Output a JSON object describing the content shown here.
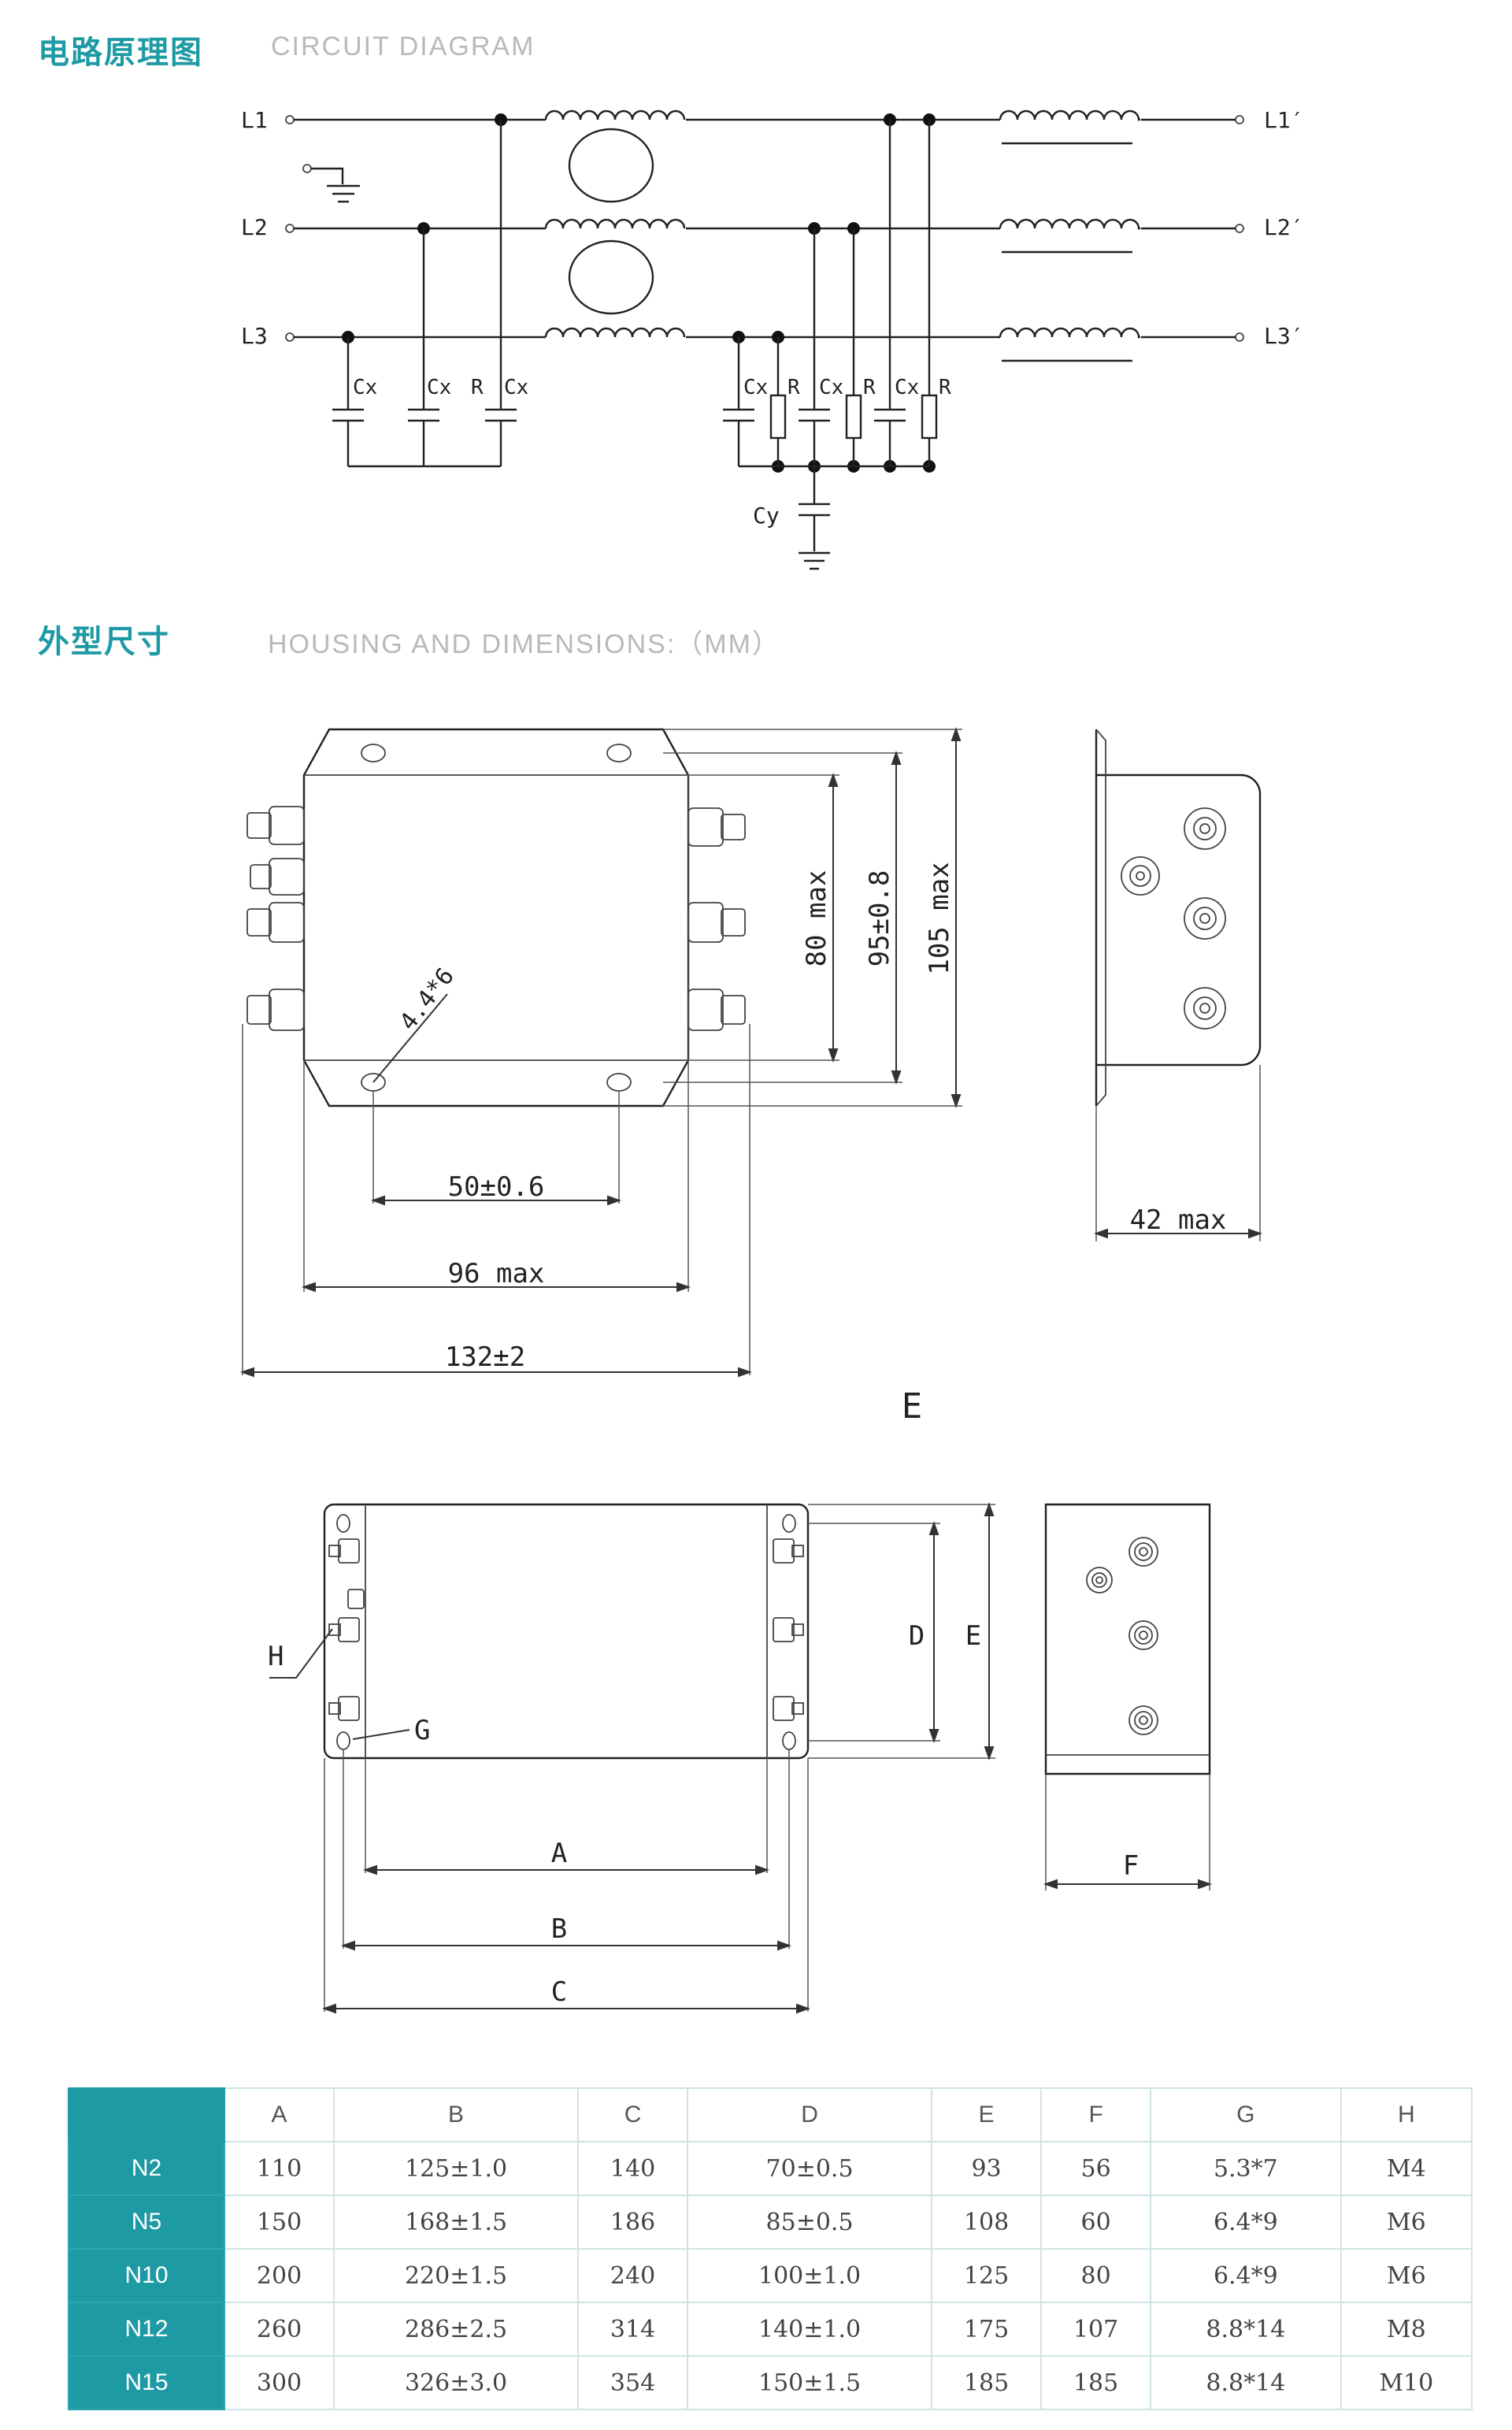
{
  "sections": {
    "circuit": {
      "title_cn": "电路原理图",
      "title_en": "CIRCUIT DIAGRAM"
    },
    "housing": {
      "title_cn": "外型尺寸",
      "title_en": "HOUSING AND DIMENSIONS:（MM）"
    }
  },
  "circuit": {
    "inputs": [
      "L1",
      "L2",
      "L3"
    ],
    "outputs": [
      "L1′",
      "L2′",
      "L3′"
    ],
    "cap_x": "Cx",
    "cap_y": "Cy",
    "resistor": "R"
  },
  "drawing_e": {
    "hole_label": "4.4*6",
    "dim_hole_spacing": "50±0.6",
    "dim_body_width": "96 max",
    "dim_total_width": "132±2",
    "dim_depth": "42 max",
    "dim_h1": "80 max",
    "dim_h2": "95±0.8",
    "dim_h3": "105 max",
    "label": "E"
  },
  "drawing_generic": {
    "labels": {
      "A": "A",
      "B": "B",
      "C": "C",
      "D": "D",
      "E": "E",
      "F": "F",
      "G": "G",
      "H": "H"
    }
  },
  "table": {
    "columns": [
      "A",
      "B",
      "C",
      "D",
      "E",
      "F",
      "G",
      "H"
    ],
    "rows": [
      {
        "model": "N2",
        "values": [
          "110",
          "125±1.0",
          "140",
          "70±0.5",
          "93",
          "56",
          "5.3*7",
          "M4"
        ]
      },
      {
        "model": "N5",
        "values": [
          "150",
          "168±1.5",
          "186",
          "85±0.5",
          "108",
          "60",
          "6.4*9",
          "M6"
        ]
      },
      {
        "model": "N10",
        "values": [
          "200",
          "220±1.5",
          "240",
          "100±1.0",
          "125",
          "80",
          "6.4*9",
          "M6"
        ]
      },
      {
        "model": "N12",
        "values": [
          "260",
          "286±2.5",
          "314",
          "140±1.0",
          "175",
          "107",
          "8.8*14",
          "M8"
        ]
      },
      {
        "model": "N15",
        "values": [
          "300",
          "326±3.0",
          "354",
          "150±1.5",
          "185",
          "185",
          "8.8*14",
          "M10"
        ]
      }
    ]
  }
}
